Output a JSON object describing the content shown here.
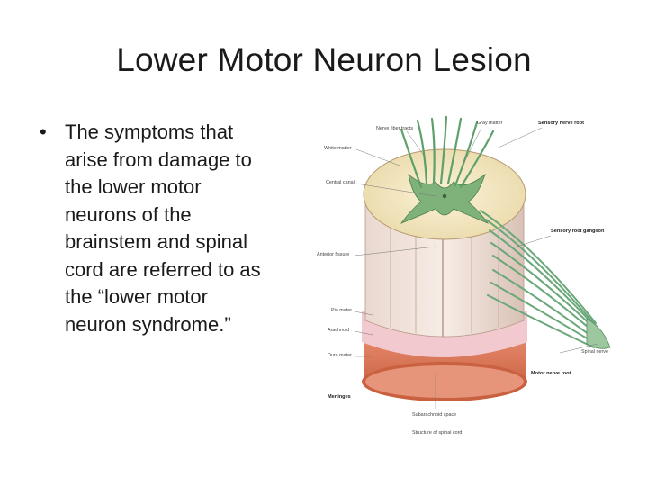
{
  "slide": {
    "title": "Lower Motor Neuron Lesion",
    "bullet_symbol": "•",
    "bullet_lines": [
      "The symptoms that",
      "arise from damage to",
      "the lower motor",
      "neurons of the",
      "brainstem and spinal",
      "cord are referred to as",
      "the “lower motor",
      "neuron syndrome.”"
    ]
  },
  "figure": {
    "labels": {
      "nerve_fiber_tracts": "Nerve fiber tracts",
      "gray_matter": "Gray matter",
      "white_matter": "White matter",
      "central_canal": "Central canal",
      "anterior_fissure": "Anterior fissure",
      "pia_mater": "Pia mater",
      "arachnoid": "Arachnoid",
      "dura_mater": "Dura mater",
      "meninges": "Meninges",
      "subarachnoid_space": "Subarachnoid space",
      "sensory_nerve_root": "Sensory nerve root",
      "sensory_root_ganglion": "Sensory root ganglion",
      "spinal_nerve": "Spinal nerve",
      "motor_nerve_root": "Motor nerve root",
      "caption": "Structure of spinal cord"
    }
  }
}
